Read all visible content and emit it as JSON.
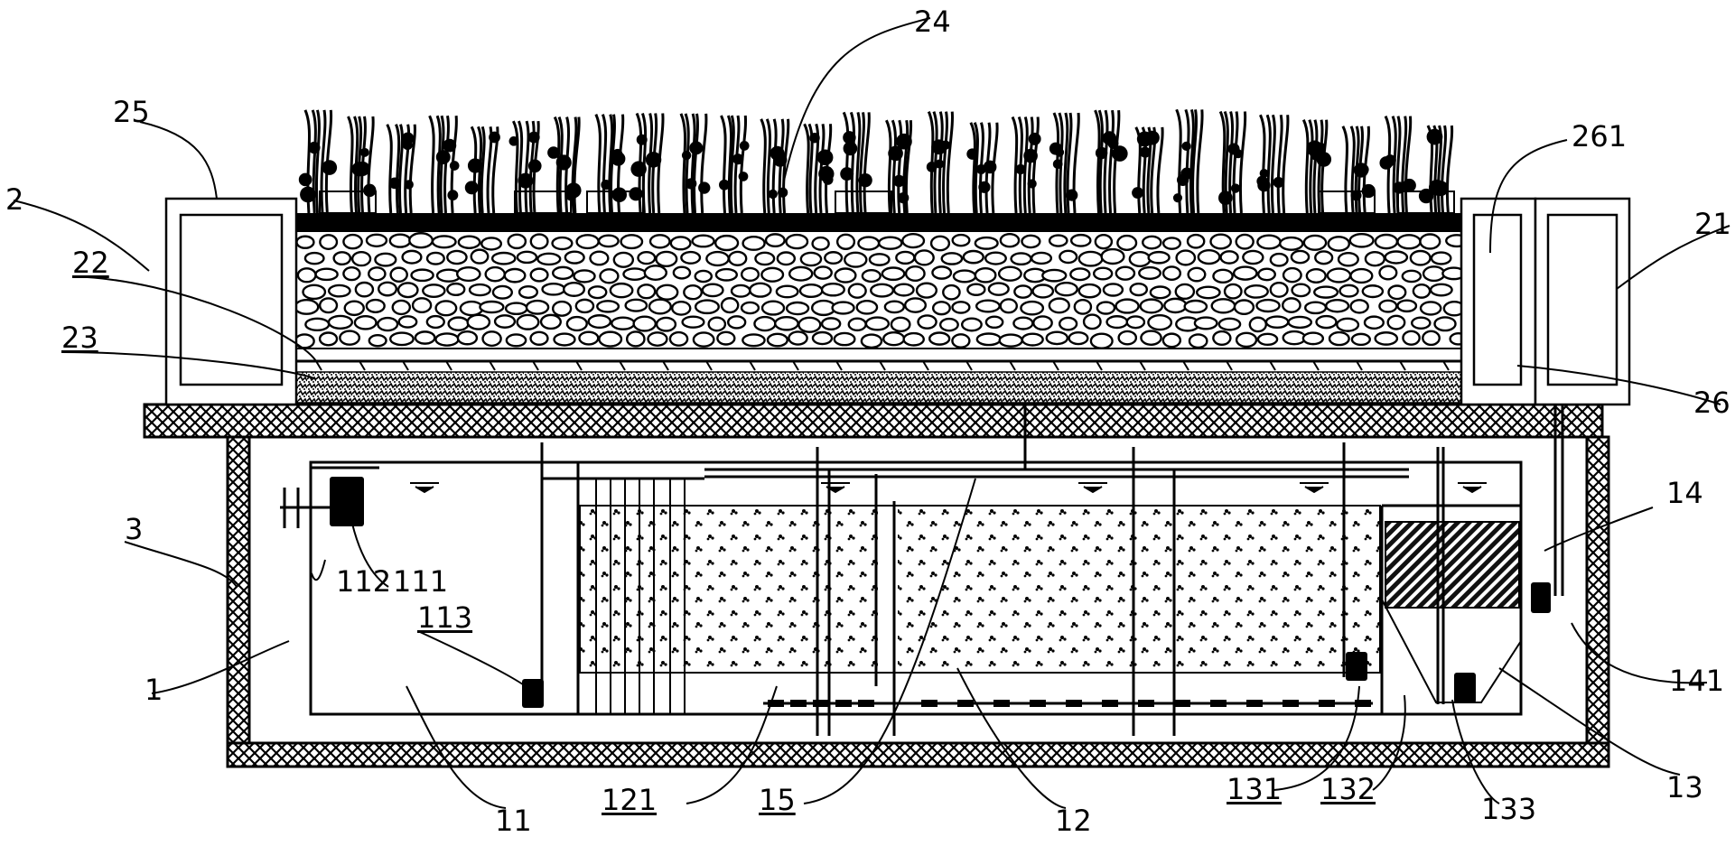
{
  "labels": {
    "l24": "24",
    "l25": "25",
    "l261": "261",
    "l2": "2",
    "l21": "21",
    "l22": "22",
    "l23": "23",
    "l26": "26",
    "l3": "3",
    "l14": "14",
    "l112": "112",
    "l111": "111",
    "l113": "113",
    "l1": "1",
    "l141": "141",
    "l13": "13",
    "l11": "11",
    "l121": "121",
    "l15": "15",
    "l12": "12",
    "l131": "131",
    "l132": "132",
    "l133": "133"
  }
}
